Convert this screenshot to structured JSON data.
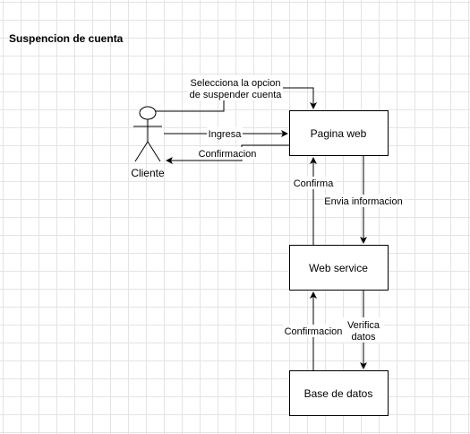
{
  "diagram": {
    "title": "Suspencion de cuenta",
    "actor": {
      "label": "Cliente"
    },
    "nodes": {
      "pagina_web": "Pagina web",
      "web_service": "Web service",
      "base_datos": "Base de datos"
    },
    "edges": {
      "selecciona_line1": "Selecciona la opcion",
      "selecciona_line2": "de suspender cuenta",
      "ingresa": "Ingresa",
      "confirmacion_cliente": "Confirmacion",
      "confirma": "Confirma",
      "envia_informacion": "Envia informacion",
      "confirmacion_db": "Confirmacion",
      "verifica_line1": "Verifica",
      "verifica_line2": "datos"
    }
  }
}
